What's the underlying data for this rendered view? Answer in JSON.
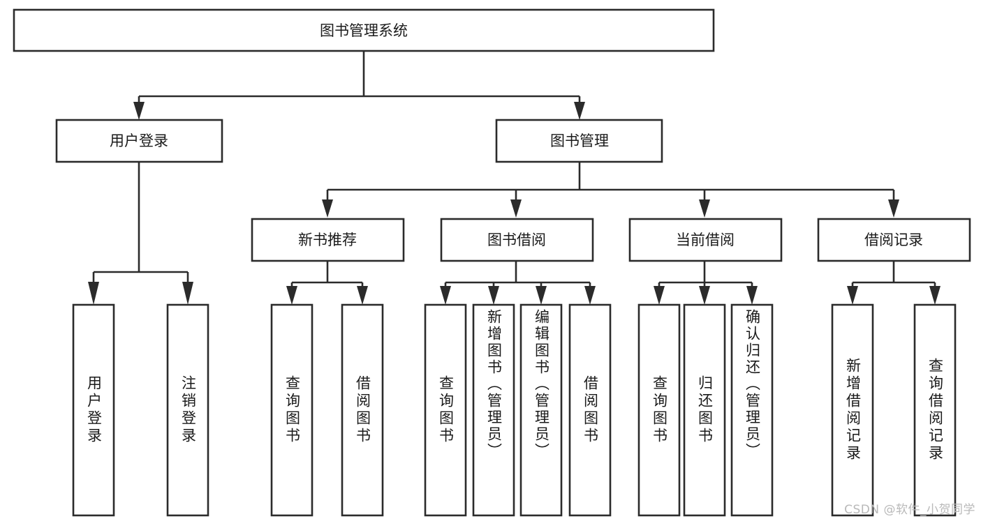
{
  "diagram": {
    "type": "tree",
    "orientation": "top-down",
    "title": "图书管理系统",
    "watermark": "CSDN @软件_小贺同学",
    "colors": {
      "background": "#ffffff",
      "stroke": "#2b2b2b",
      "node_fill": "#ffffff",
      "text": "#1a1a1a",
      "watermark": "#b9b9b9"
    },
    "levels": [
      {
        "level": 1,
        "nodes": [
          {
            "id": "root",
            "label": "图书管理系统",
            "orientation": "horizontal"
          }
        ]
      },
      {
        "level": 2,
        "nodes": [
          {
            "id": "login",
            "label": "用户登录",
            "orientation": "horizontal",
            "parent": "root"
          },
          {
            "id": "bookmgmt",
            "label": "图书管理",
            "orientation": "horizontal",
            "parent": "root"
          }
        ]
      },
      {
        "level": 3,
        "nodes": [
          {
            "id": "newbook",
            "label": "新书推荐",
            "orientation": "horizontal",
            "parent": "bookmgmt"
          },
          {
            "id": "borrow",
            "label": "图书借阅",
            "orientation": "horizontal",
            "parent": "bookmgmt"
          },
          {
            "id": "current",
            "label": "当前借阅",
            "orientation": "horizontal",
            "parent": "bookmgmt"
          },
          {
            "id": "records",
            "label": "借阅记录",
            "orientation": "horizontal",
            "parent": "bookmgmt"
          }
        ]
      },
      {
        "level": 4,
        "nodes": [
          {
            "id": "leaf1",
            "label": "用户登录",
            "orientation": "vertical",
            "parent": "login"
          },
          {
            "id": "leaf2",
            "label": "注销登录",
            "orientation": "vertical",
            "parent": "login"
          },
          {
            "id": "leaf3",
            "label": "查询图书",
            "orientation": "vertical",
            "parent": "newbook"
          },
          {
            "id": "leaf4",
            "label": "借阅图书",
            "orientation": "vertical",
            "parent": "newbook"
          },
          {
            "id": "leaf5",
            "label": "查询图书",
            "orientation": "vertical",
            "parent": "borrow"
          },
          {
            "id": "leaf6",
            "label": "新增图书（管理员）",
            "orientation": "vertical",
            "parent": "borrow"
          },
          {
            "id": "leaf7",
            "label": "编辑图书（管理员）",
            "orientation": "vertical",
            "parent": "borrow"
          },
          {
            "id": "leaf8",
            "label": "借阅图书",
            "orientation": "vertical",
            "parent": "borrow"
          },
          {
            "id": "leaf9",
            "label": "查询图书",
            "orientation": "vertical",
            "parent": "current"
          },
          {
            "id": "leaf10",
            "label": "归还图书",
            "orientation": "vertical",
            "parent": "current"
          },
          {
            "id": "leaf11",
            "label": "确认归还（管理员）",
            "orientation": "vertical",
            "parent": "current"
          },
          {
            "id": "leaf12",
            "label": "新增借阅记录",
            "orientation": "vertical",
            "parent": "records"
          },
          {
            "id": "leaf13",
            "label": "查询借阅记录",
            "orientation": "vertical",
            "parent": "records"
          }
        ]
      }
    ]
  }
}
